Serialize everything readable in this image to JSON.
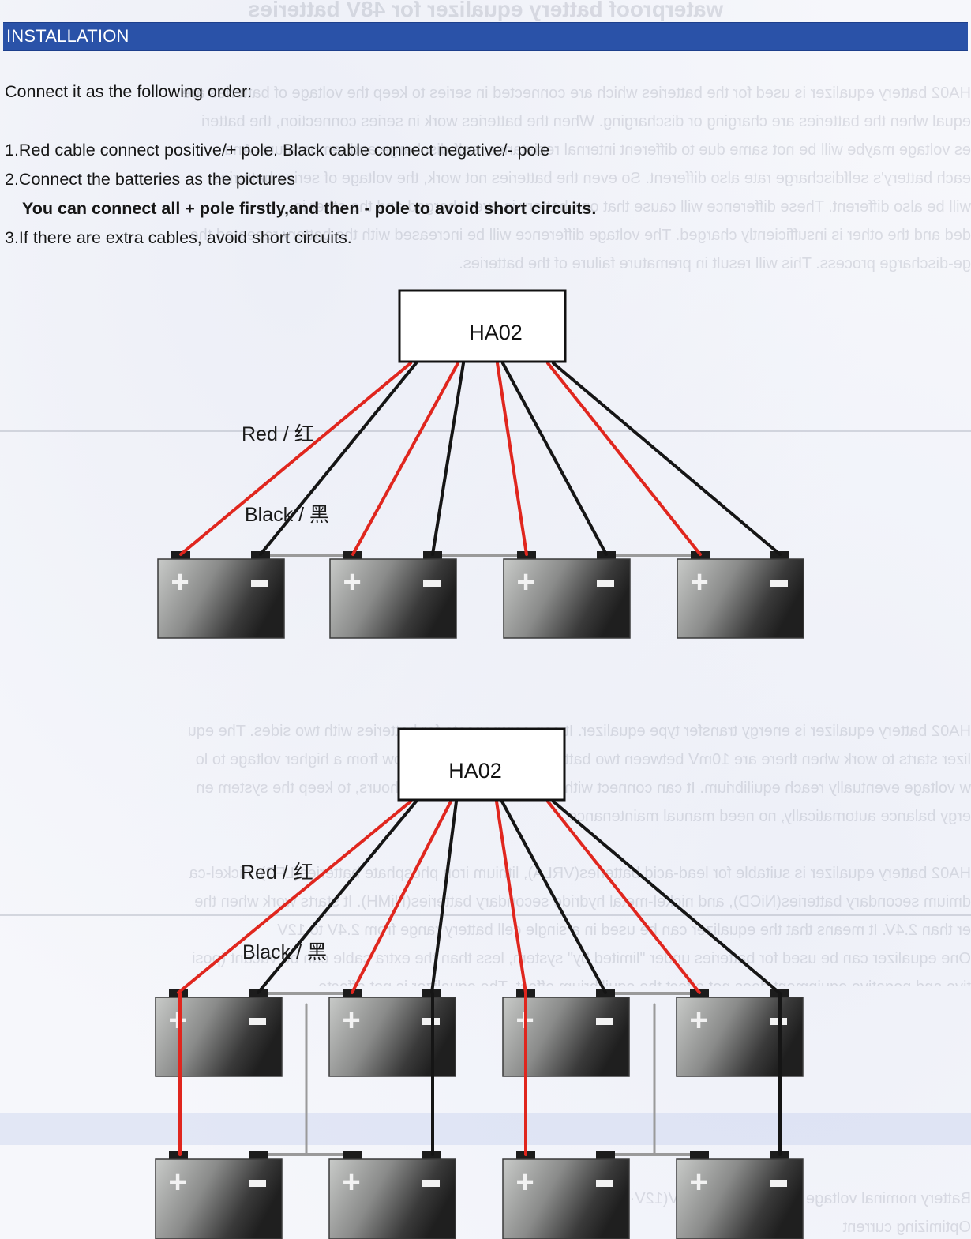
{
  "document": {
    "section_header": "INSTALLATION",
    "header_color": "#2a52a8",
    "intro": "Connect it as the following order:",
    "steps": [
      {
        "text": "1.Red cable connect positive/+ pole. Black cable connect negative/- pole",
        "bold": false
      },
      {
        "text": "2.Connect the batteries as the pictures",
        "bold": false
      },
      {
        "text": "You can connect all + pole firstly,and then - pole to avoid short circuits.",
        "bold": true
      },
      {
        "text": "3.If there are extra cables, avoid short circuits.",
        "bold": false
      }
    ]
  },
  "diagrams": [
    {
      "id": "diagram-series-4",
      "device_label": "HA02",
      "red_label": "Red / 红",
      "black_label": "Black / 黑",
      "battery_rows": 1,
      "batteries_per_row": 4,
      "positive_symbol": "+",
      "negative_symbol": "−"
    },
    {
      "id": "diagram-series-parallel-8",
      "device_label": "HA02",
      "red_label": "Red / 红",
      "black_label": "Black / 黑",
      "battery_rows": 2,
      "batteries_per_row": 4,
      "positive_symbol": "+",
      "negative_symbol": "−"
    }
  ],
  "colors": {
    "red_cable": "#e0261e",
    "black_cable": "#151515",
    "link_cable": "#9a9a9a",
    "battery_light": "#c4c6c4",
    "battery_dark": "#262626"
  }
}
